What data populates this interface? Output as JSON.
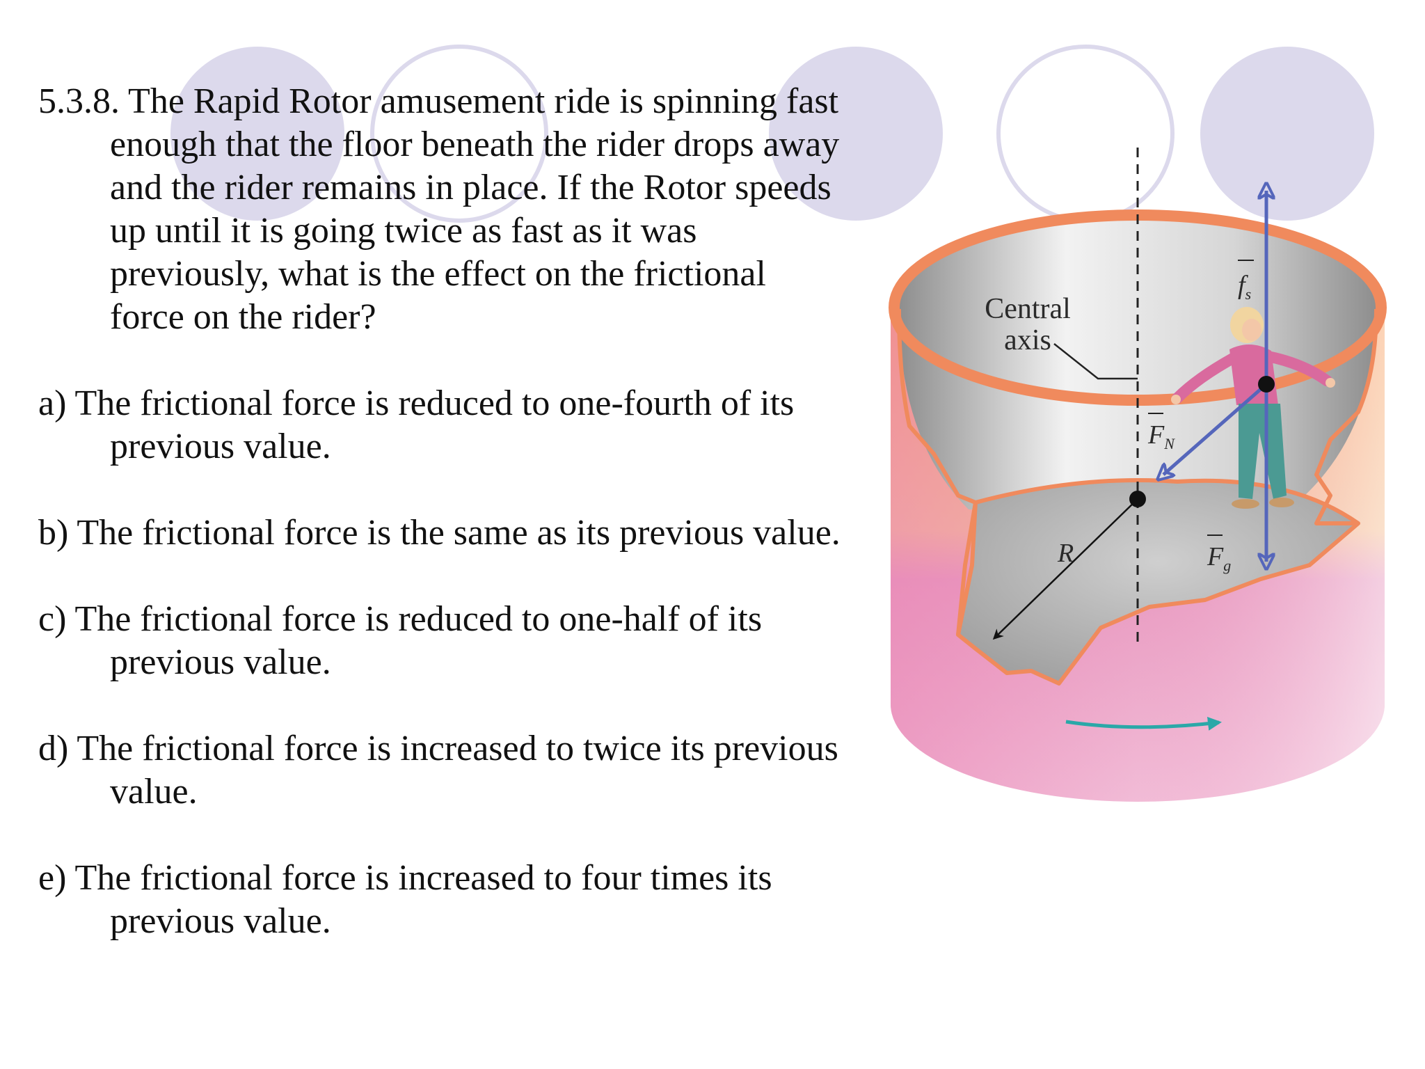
{
  "question": {
    "stem": "5.3.8. The Rapid Rotor amusement ride is spinning fast enough that the floor beneath the rider drops away and the rider remains in place.  If the Rotor speeds up until it is going twice as fast as it was previously, what is the effect on the frictional force on the rider?",
    "options": [
      "a) The frictional force is reduced to one-fourth of its previous value.",
      "b) The frictional force is the same as its previous value.",
      "c) The frictional force is reduced to one-half of its previous value.",
      "d) The frictional force is increased to twice its previous value.",
      "e) The frictional force is increased to four times its previous value."
    ]
  },
  "figure": {
    "central_axis_line1": "Central",
    "central_axis_line2": "axis",
    "radius_label": "R",
    "friction_label": "f",
    "friction_sub": "s",
    "normal_label": "F",
    "normal_sub": "N",
    "gravity_label": "F",
    "gravity_sub": "g"
  },
  "colors": {
    "deco_circle": "#dcd9ec",
    "rotor_rim": "#f08a5d",
    "rotor_outer_bottom": "#e88ab8",
    "rotor_outer_top": "#f7b27a",
    "rotor_inner": "#c9c9c9",
    "vector_blue": "#5566bb",
    "rotation_arrow": "#2aa8a8"
  }
}
